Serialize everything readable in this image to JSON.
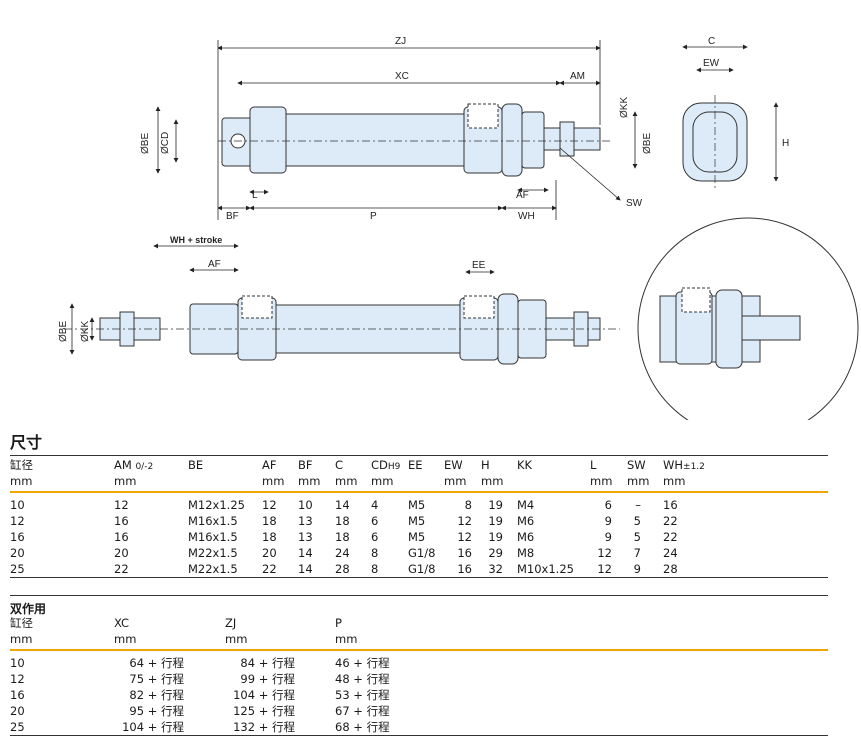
{
  "diagram": {
    "labels": {
      "zj": "ZJ",
      "xc": "XC",
      "am": "AM",
      "c": "C",
      "ew": "EW",
      "h": "H",
      "obe": "ØBE",
      "ocd": "ØCD",
      "okk": "ØKK",
      "l": "L",
      "bf": "BF",
      "p": "P",
      "af": "AF",
      "wh": "WH",
      "sw": "SW",
      "wh_stroke": "WH + stroke",
      "ee": "EE"
    }
  },
  "dimensions": {
    "title": "尺寸",
    "header_row1": [
      "缸径",
      "AM",
      "BE",
      "AF",
      "BF",
      "C",
      "CD",
      "EE",
      "EW",
      "H",
      "KK",
      "L",
      "SW",
      "WH"
    ],
    "am_tol": "0/-2",
    "cd_tol": "H9",
    "wh_tol": "±1.2",
    "header_row2": [
      "mm",
      "mm",
      "",
      "mm",
      "mm",
      "mm",
      "mm",
      "",
      "mm",
      "mm",
      "",
      "mm",
      "mm",
      "mm"
    ],
    "rows": [
      [
        "10",
        "12",
        "M12x1.25",
        "12",
        "10",
        "14",
        "4",
        "M5",
        "8",
        "19",
        "M4",
        "6",
        "–",
        "16"
      ],
      [
        "12",
        "16",
        "M16x1.5",
        "18",
        "13",
        "18",
        "6",
        "M5",
        "12",
        "19",
        "M6",
        "9",
        "5",
        "22"
      ],
      [
        "16",
        "16",
        "M16x1.5",
        "18",
        "13",
        "18",
        "6",
        "M5",
        "12",
        "19",
        "M6",
        "9",
        "5",
        "22"
      ],
      [
        "20",
        "20",
        "M22x1.5",
        "20",
        "14",
        "24",
        "8",
        "G1/8",
        "16",
        "29",
        "M8",
        "12",
        "7",
        "24"
      ],
      [
        "25",
        "22",
        "M22x1.5",
        "22",
        "14",
        "28",
        "8",
        "G1/8",
        "16",
        "32",
        "M10x1.25",
        "12",
        "9",
        "28"
      ]
    ]
  },
  "double_acting": {
    "title": "双作用",
    "header_row1": [
      "缸径",
      "XC",
      "ZJ",
      "P"
    ],
    "header_row2": [
      "mm",
      "mm",
      "mm",
      "mm"
    ],
    "rows": [
      [
        "10",
        "64 + 行程",
        "84 + 行程",
        "46 + 行程"
      ],
      [
        "12",
        "75 + 行程",
        "99 + 行程",
        "48 + 行程"
      ],
      [
        "16",
        "82 + 行程",
        "104 + 行程",
        "53 + 行程"
      ],
      [
        "20",
        "95 + 行程",
        "125 + 行程",
        "67 + 行程"
      ],
      [
        "25",
        "104 + 行程",
        "132 + 行程",
        "68 + 行程"
      ]
    ]
  },
  "colors": {
    "accent_line": "#f0a500",
    "part_fill": "#dcebf7",
    "rule": "#333333"
  }
}
